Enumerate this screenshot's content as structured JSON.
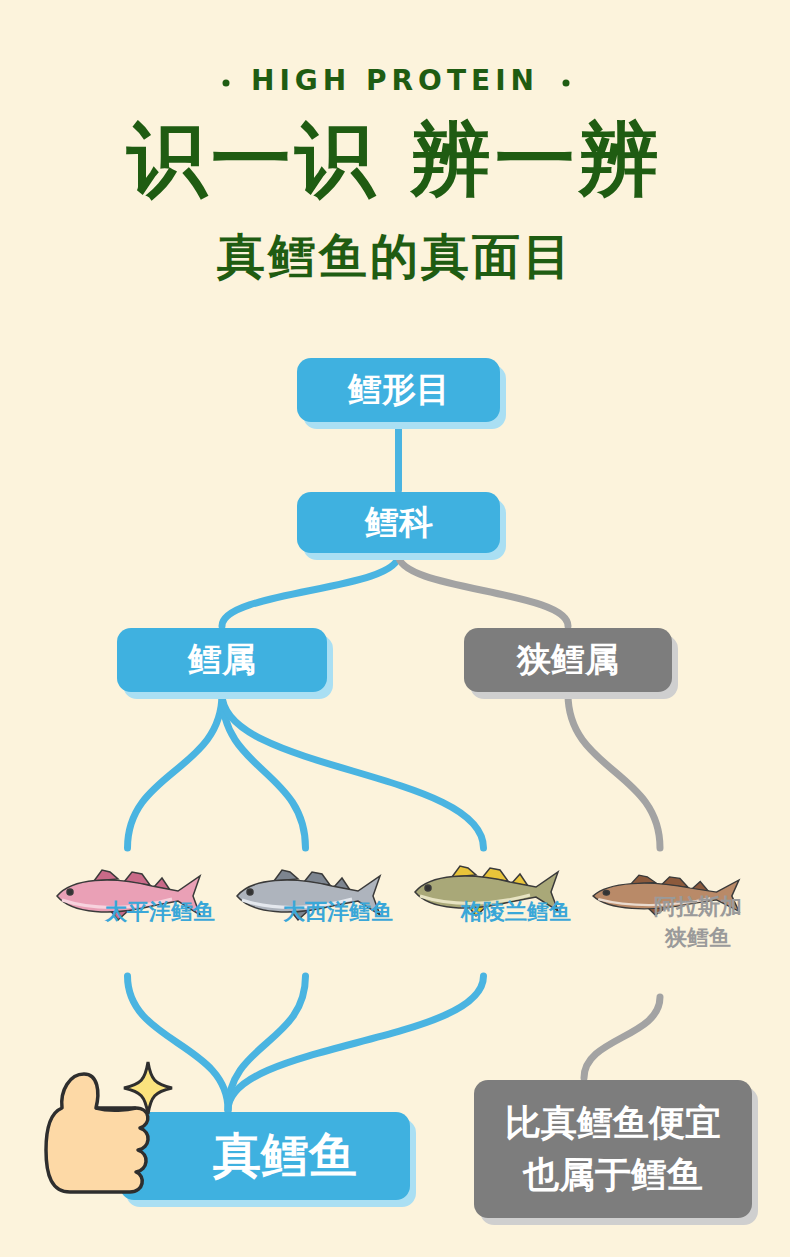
{
  "diagram": {
    "title": "识一识 辨一辨",
    "nodes": [
      {
        "text": [
          "鳕形目"
        ]
      },
      {
        "text": [
          "鳕科"
        ]
      },
      {
        "text": [
          "鳕属"
        ]
      },
      {
        "text": [
          "狭鳕属"
        ]
      },
      {
        "text": [
          "太平洋鳕鱼"
        ]
      },
      {
        "text": [
          "大西洋鳕鱼"
        ]
      },
      {
        "text": [
          "格陵兰鳕鱼"
        ]
      },
      {
        "text": [
          "阿拉斯加 狭鳕鱼"
        ]
      },
      {
        "text": [
          "真鳕鱼"
        ]
      },
      {
        "text": [
          "比真鳕鱼便宜 也属于鳕鱼"
        ]
      }
    ],
    "edges": [
      {
        "from": 0,
        "to": 1,
        "arrow": "none"
      },
      {
        "from": 1,
        "to": 2,
        "arrow": "none"
      },
      {
        "from": 1,
        "to": 3,
        "arrow": "none"
      },
      {
        "from": 2,
        "to": 4,
        "arrow": "none"
      },
      {
        "from": 2,
        "to": 5,
        "arrow": "none"
      },
      {
        "from": 2,
        "to": 6,
        "arrow": "none"
      },
      {
        "from": 3,
        "to": 7,
        "arrow": "none"
      },
      {
        "from": 4,
        "to": 8,
        "arrow": "none"
      },
      {
        "from": 5,
        "to": 8,
        "arrow": "none"
      },
      {
        "from": 6,
        "to": 8,
        "arrow": "none"
      },
      {
        "from": 7,
        "to": 9,
        "arrow": "none"
      }
    ],
    "labels": [
      "HIGH PROTEIN",
      "真鳕鱼的真面目"
    ]
  }
}
